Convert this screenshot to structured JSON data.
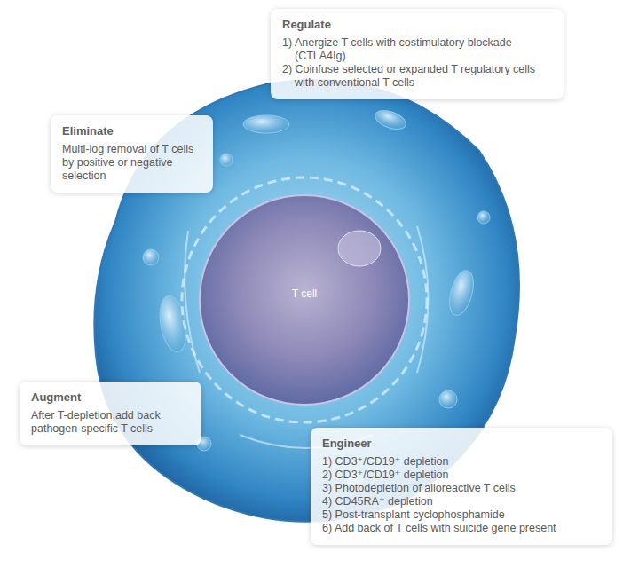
{
  "diagram": {
    "nodes": [
      {
        "text": [
          "Regulate",
          "1) Anergize T cells with costimulatory blockade (CTLA4Ig)",
          "2) Coinfuse selected or expanded T regulatory cells with conventional T cells"
        ]
      },
      {
        "text": [
          "Eliminate",
          "Multi-log removal of T cells by positive or negative selection"
        ]
      },
      {
        "text": [
          "Augment",
          "After T-depletion,add back pathogen-specific T cells"
        ]
      },
      {
        "text": [
          "Engineer",
          "1) CD3⁺/CD19⁺ depletion",
          "2) CD3⁺/CD19⁺ depletion",
          "3) Photodepletion of alloreactive T cells",
          "4) CD45RA⁺ depletion",
          "5) Post-transplant cyclophosphamide",
          "6) Add back of T cells with suicide gene present"
        ]
      }
    ],
    "labels": [
      "T cell"
    ]
  }
}
